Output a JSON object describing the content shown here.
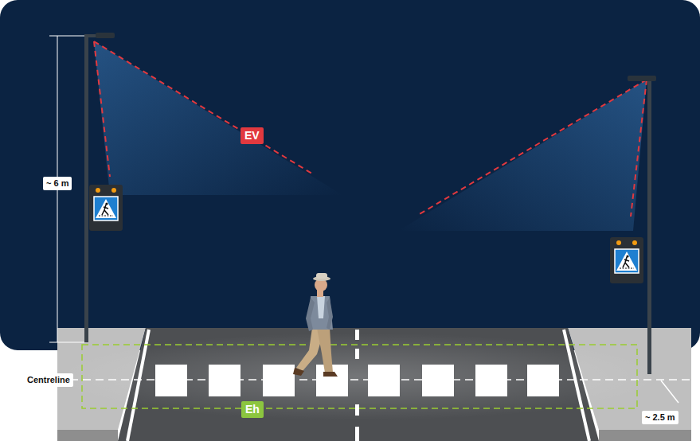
{
  "diagram": {
    "nodes": [
      {
        "text": [
          "EV"
        ]
      },
      {
        "text": [
          "~ 6 m"
        ]
      },
      {
        "text": [
          "Centreline"
        ]
      },
      {
        "text": [
          "Eh"
        ]
      },
      {
        "text": [
          "~ 2.5 m"
        ]
      }
    ]
  }
}
